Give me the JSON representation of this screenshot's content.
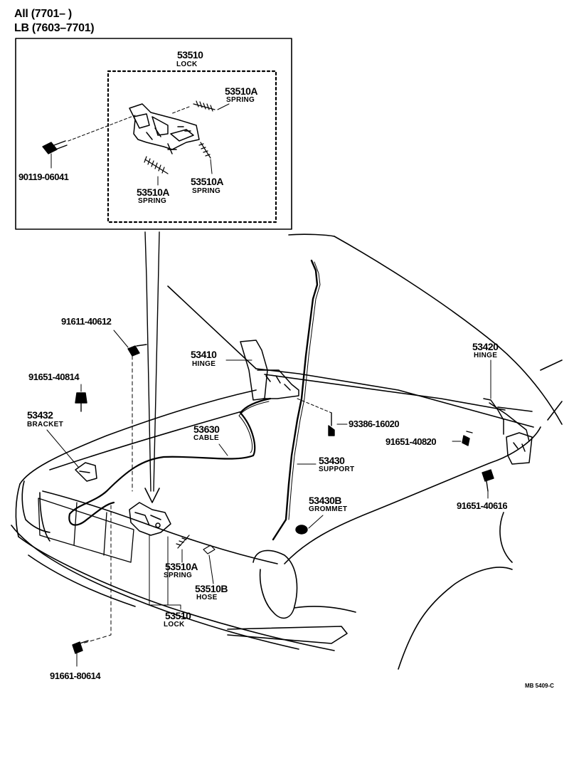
{
  "header": {
    "line1": "All (7701–        )",
    "line2": "LB (7603–7701)"
  },
  "inset": {
    "lock_number": "53510",
    "lock_name": "LOCK",
    "spring_top_number": "53510A",
    "spring_top_name": "SPRING",
    "spring_right_number": "53510A",
    "spring_right_name": "SPRING",
    "spring_left_number": "53510A",
    "spring_left_name": "SPRING",
    "bolt_number": "90119-06041"
  },
  "parts": {
    "bolt_91611": "91611-40612",
    "clip_91651_40814": "91651-40814",
    "bracket_number": "53432",
    "bracket_name": "BRACKET",
    "hinge_left_number": "53410",
    "hinge_left_name": "HINGE",
    "cable_number": "53630",
    "cable_name": "CABLE",
    "bolt_93386": "93386-16020",
    "hinge_right_number": "53420",
    "hinge_right_name": "HINGE",
    "bolt_91651_40820": "91651-40820",
    "support_number": "53430",
    "support_name": "SUPPORT",
    "grommet_number": "53430B",
    "grommet_name": "GROMMET",
    "bolt_91651_40616": "91651-40616",
    "spring_lower_number": "53510A",
    "spring_lower_name": "SPRING",
    "hose_number": "53510B",
    "hose_name": "HOSE",
    "lock_lower_number": "53510",
    "lock_lower_name": "LOCK",
    "bolt_91661": "91661-80614"
  },
  "drawing_code": "MB 5409-C"
}
